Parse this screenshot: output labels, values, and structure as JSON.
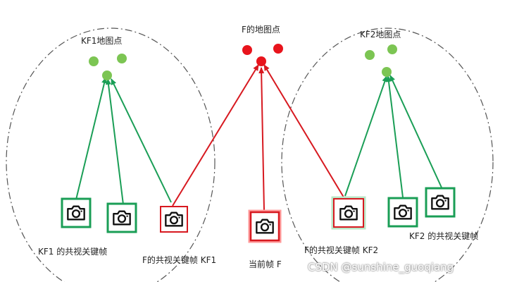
{
  "labels": {
    "kf1_points": "KF1地图点",
    "f_points": "F的地图点",
    "kf2_points": "KF2地图点",
    "kf1_covis": "KF1 的共视关键帧",
    "f_covis_kf1": "F的共视关键帧 KF1",
    "current_frame": "当前帧 F",
    "f_covis_kf2": "F的共视关键帧 KF2",
    "kf2_covis": "KF2 的共视关键帧"
  },
  "watermark": "CSDN @sunshine_guoqiang",
  "colors": {
    "green": "#1a9e56",
    "green_point": "#7cc553",
    "red": "#d71920",
    "red_point": "#e8141c",
    "ellipse": "#555555"
  },
  "icons": {
    "camera": "camera-icon",
    "map_point": "map-point"
  }
}
